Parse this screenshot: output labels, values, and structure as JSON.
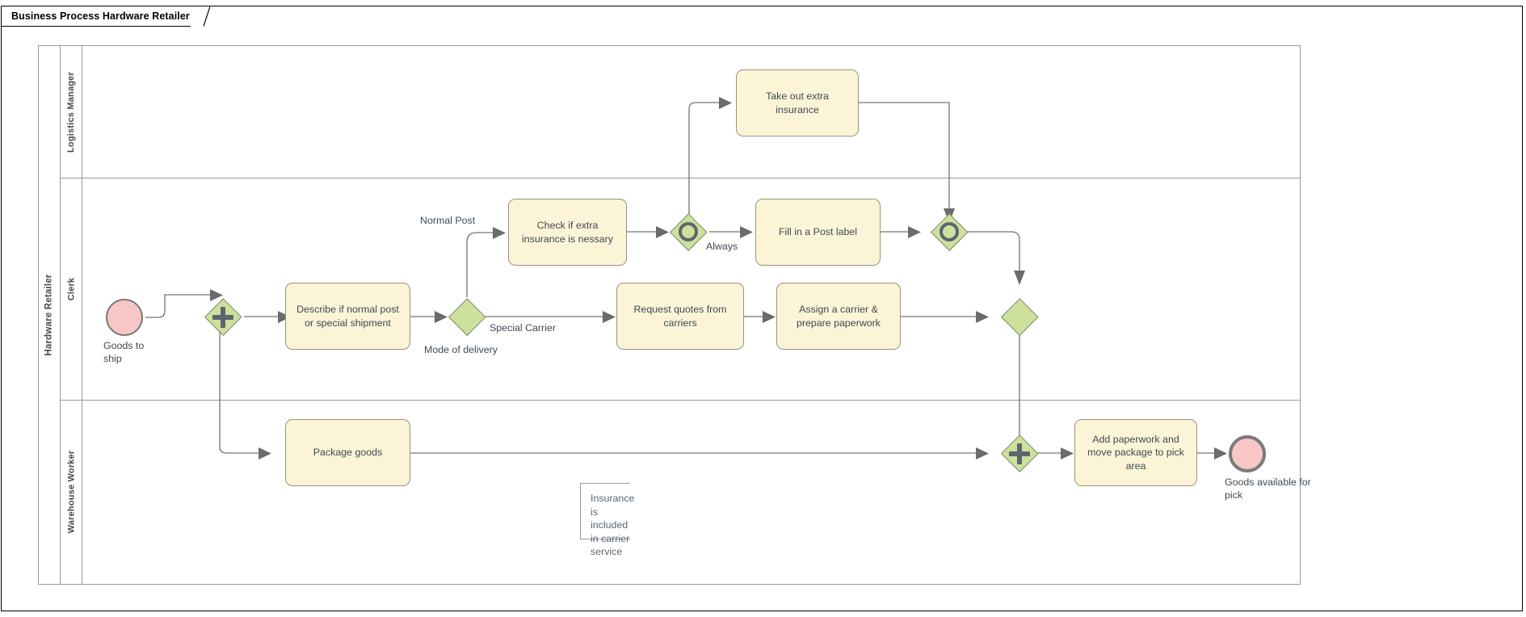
{
  "window": {
    "tab_title": "Business Process Hardware Retailer"
  },
  "pool": {
    "name": "Hardware Retailer",
    "lanes": [
      {
        "id": "logistics-manager",
        "name": "Logistics Manager"
      },
      {
        "id": "clerk",
        "name": "Clerk"
      },
      {
        "id": "warehouse-worker",
        "name": "Warehouse Worker"
      }
    ]
  },
  "colors": {
    "task_fill": "#fbf4d7",
    "task_stroke": "#9c9478",
    "gateway_fill": "#cde09c",
    "gateway_stroke": "#7f8a72",
    "event_fill": "#f7c6c6",
    "event_stroke": "#7a7a7a",
    "flow_stroke": "#737373",
    "lane_stroke": "#9a9a9a",
    "text": "#3f4a52"
  },
  "events": [
    {
      "id": "start-goods-to-ship",
      "type": "start",
      "label": "Goods to\nship"
    },
    {
      "id": "end-goods-available",
      "type": "end",
      "label": "Goods available\nfor pick"
    }
  ],
  "tasks": [
    {
      "id": "take-out-extra-insurance",
      "label": "Take out extra insurance",
      "lane": "Logistics Manager"
    },
    {
      "id": "check-if-extra-insurance-is-nessary",
      "label": "Check if extra insurance is nessary",
      "lane": "Clerk"
    },
    {
      "id": "fill-in-a-post-label",
      "label": "Fill in a Post label",
      "lane": "Clerk"
    },
    {
      "id": "describe-if-normal-post-or-special-shipment",
      "label": "Describe if normal post or special shipment",
      "lane": "Clerk"
    },
    {
      "id": "request-quotes-from-carriers",
      "label": "Request quotes from carriers",
      "lane": "Clerk"
    },
    {
      "id": "assign-a-carrier-prepare-paperwork",
      "label": "Assign a carrier & prepare paperwork",
      "lane": "Clerk"
    },
    {
      "id": "package-goods",
      "label": "Package goods",
      "lane": "Warehouse Worker"
    },
    {
      "id": "add-paperwork-and-move-package-to-pick-area",
      "label": "Add paperwork and move package to pick area",
      "lane": "Warehouse Worker"
    }
  ],
  "gateways": [
    {
      "id": "parallel-split",
      "kind": "parallel",
      "label": ""
    },
    {
      "id": "mode-of-delivery",
      "kind": "exclusive",
      "label": "Mode of delivery"
    },
    {
      "id": "event-based-after-insurance-check",
      "kind": "event-based",
      "label": ""
    },
    {
      "id": "event-based-after-post-label",
      "kind": "event-based",
      "label": ""
    },
    {
      "id": "exclusive-merge",
      "kind": "exclusive",
      "label": ""
    },
    {
      "id": "parallel-join",
      "kind": "parallel",
      "label": ""
    }
  ],
  "flow_labels": [
    {
      "id": "flow-label-normal-post",
      "text": "Normal Post"
    },
    {
      "id": "flow-label-special-carrier",
      "text": "Special Carrier"
    },
    {
      "id": "flow-label-always",
      "text": "Always"
    }
  ],
  "annotations": [
    {
      "id": "insurance-note",
      "text": "Insurance is included\nin carrier service"
    }
  ]
}
